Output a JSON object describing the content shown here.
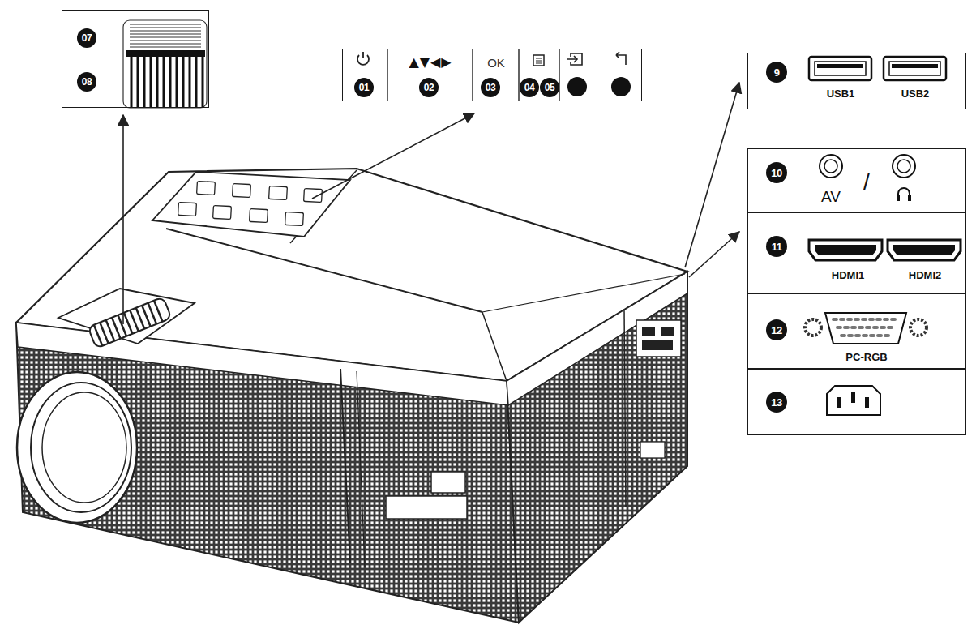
{
  "diagram": {
    "nodes": [
      {
        "text": [
          "07",
          "08"
        ]
      },
      {
        "text": [
          "▲▼◀▶",
          "OK",
          "01",
          "02",
          "03",
          "04",
          "05"
        ]
      },
      {
        "text": [
          "9",
          "USB1",
          "USB2"
        ]
      },
      {
        "text": [
          "10",
          "AV",
          "/"
        ]
      },
      {
        "text": [
          "11",
          "HDMI1",
          "HDMI2"
        ]
      },
      {
        "text": [
          "12",
          "PC-RGB"
        ]
      },
      {
        "text": [
          "13"
        ]
      }
    ]
  }
}
